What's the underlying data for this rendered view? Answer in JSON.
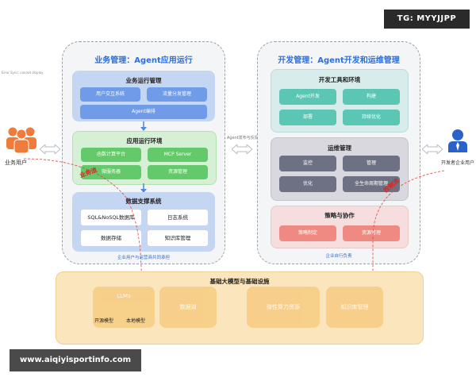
{
  "corner_note": "Error Sync: cannot display",
  "watermark_top": "TG: MYYJJPP",
  "watermark_bottom": "www.aiqiyisportinfo.com",
  "left_user": {
    "label": "业务用户"
  },
  "right_user": {
    "label": "开发者企业用户"
  },
  "center_note": "Agent发布与反馈",
  "left_panel": {
    "title": "业务管理：Agent应用运行",
    "business_ops": {
      "title": "业务运行管理",
      "items": [
        "用户交互系统",
        "流量分发管理"
      ],
      "bar": "Agent编排"
    },
    "app_env": {
      "title": "应用运行环境",
      "items": [
        "函数计算平台",
        "MCP Server",
        "微服务器",
        "资源管理"
      ]
    },
    "data_support": {
      "title": "数据支撑系统",
      "items": [
        "SQL&NoSQL数据库",
        "日志系统",
        "数据存储",
        "知识库管理"
      ],
      "caption": "企业用户与运营商共同承担"
    },
    "flow_tag": "业务流"
  },
  "right_panel": {
    "title": "开发管理：Agent开发和运维管理",
    "dev_tools": {
      "title": "开发工具和环境",
      "items": [
        "Agent开发",
        "构建",
        "部署",
        "持续优化"
      ]
    },
    "ops": {
      "title": "运维管理",
      "items": [
        "监控",
        "管理",
        "优化",
        "全生命周期管理"
      ]
    },
    "strategy": {
      "title": "策略与协作",
      "items": [
        "策略制定",
        "资源管理"
      ],
      "caption": "企业自行负责"
    },
    "flow_tag": "控制流"
  },
  "base": {
    "title": "基础大模型与基础设施",
    "llm": {
      "label": "LLMs",
      "sub_left": "开源模型",
      "sub_right": "本地模型"
    },
    "items": [
      "数据湖",
      "弹性算力资源",
      "知识库管理"
    ]
  },
  "colors": {
    "blue_box": "#c5d6f3",
    "blue_chip": "#6f9be8",
    "green_box": "#d6f0d6",
    "green_chip": "#63c96a",
    "teal_box": "#d8ecec",
    "teal_chip": "#5cc6b5",
    "gray_box": "#d8d8de",
    "gray_chip": "#6e7183",
    "red_box": "#f7dede",
    "red_chip": "#ef8a82",
    "gold_band": "#fbe5bd",
    "gold_chip": "#f6c879",
    "left_user": "#f07c3c",
    "right_user": "#2b62c9"
  },
  "icons": [
    "users-group-icon",
    "user-single-icon",
    "double-arrow-icon",
    "down-arrow-icon"
  ]
}
